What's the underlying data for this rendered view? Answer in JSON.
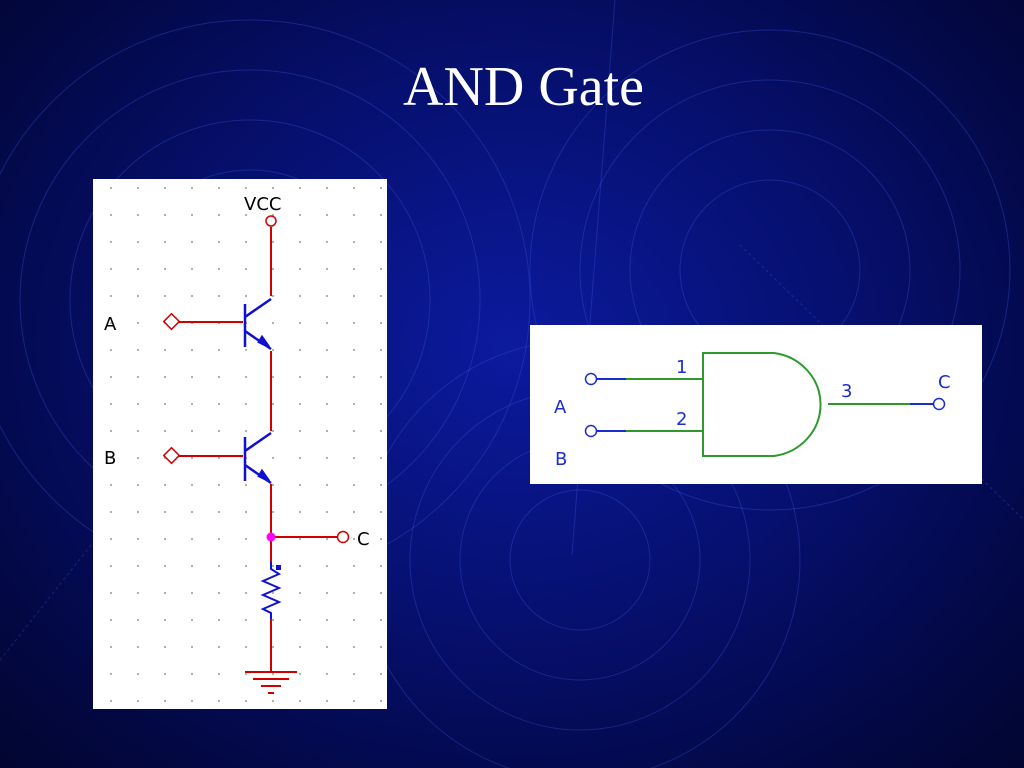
{
  "slide": {
    "title": "AND Gate"
  },
  "schematic": {
    "labels": {
      "vcc": "VCC",
      "input_a": "A",
      "input_b": "B",
      "output_c": "C"
    },
    "colors": {
      "wire": "#d00000",
      "component": "#1010d0",
      "junction": "#ff00ff",
      "grid_dot": "#b0b0b0"
    }
  },
  "gate_symbol": {
    "labels": {
      "input_a": "A",
      "input_b": "B",
      "output_c": "C",
      "pin_1": "1",
      "pin_2": "2",
      "pin_3": "3"
    },
    "colors": {
      "outline": "#2e9a2e",
      "pins": "#1a2ed0",
      "text": "#1a2ed0"
    }
  }
}
